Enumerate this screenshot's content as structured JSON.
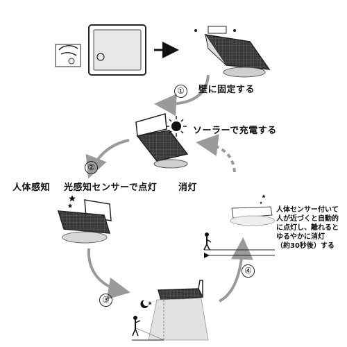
{
  "steps": [
    {
      "num": "①",
      "label": "壁に固定する"
    },
    {
      "num": "",
      "label": "ソーラーで充電する"
    },
    {
      "num": "②",
      "label_a": "人体感知",
      "label_b": "光感知センサーで点灯",
      "label_c": "消灯"
    },
    {
      "num": "③"
    },
    {
      "num": "④"
    }
  ],
  "description_lines": [
    "人体センサー付いて",
    "人が近づくと自動的",
    "に点灯し、離れると",
    "ゆるやかに消灯",
    "（約30秒後）する"
  ],
  "colors": {
    "arrow_gray": "#9a9a9a",
    "line": "#222222",
    "panel": "#3a3a3a"
  }
}
